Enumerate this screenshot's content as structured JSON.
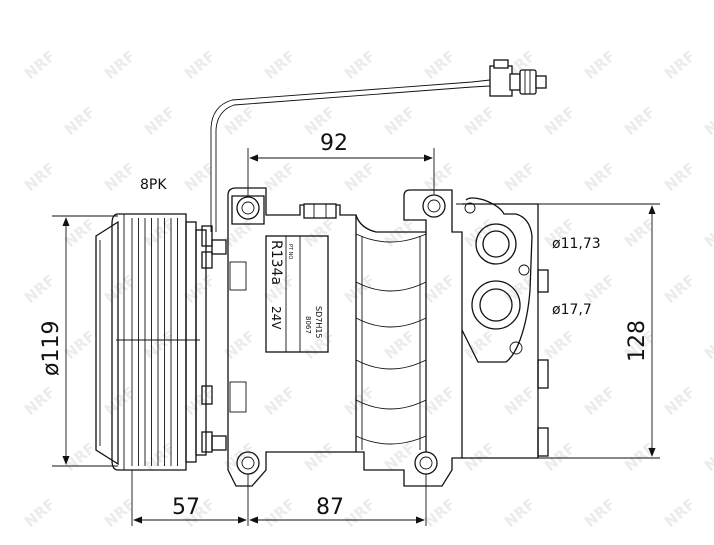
{
  "watermark": {
    "text": "NRF",
    "color": "#ececec"
  },
  "pulley": {
    "label": "8PK"
  },
  "dimensions": {
    "top_width": "92",
    "pulley_diameter": "ø119",
    "height": "128",
    "bottom_left": "57",
    "bottom_right": "87"
  },
  "ports": {
    "suction": "ø11,73",
    "discharge": "ø17,7"
  },
  "nameplate": {
    "refrigerant": "R134a",
    "voltage": "24V",
    "model": "SD7H15",
    "code": "8067",
    "small_text": "PT NO"
  },
  "colors": {
    "line": "#111111",
    "background": "#ffffff"
  }
}
